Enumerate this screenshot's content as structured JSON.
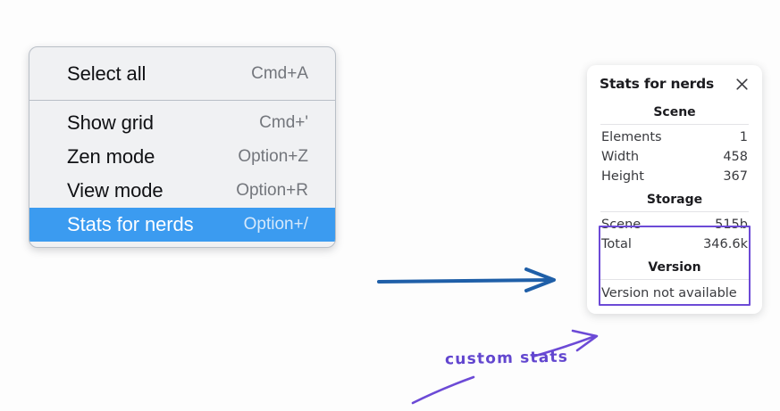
{
  "background_color": "#fdfdfd",
  "context_menu": {
    "name": "canvas-context-menu",
    "highlight_color": "#3b9bf0",
    "groups": [
      {
        "items": [
          {
            "label": "Select all",
            "shortcut": "Cmd+A",
            "selected": false
          }
        ]
      },
      {
        "items": [
          {
            "label": "Show grid",
            "shortcut": "Cmd+'",
            "selected": false
          },
          {
            "label": "Zen mode",
            "shortcut": "Option+Z",
            "selected": false
          },
          {
            "label": "View mode",
            "shortcut": "Option+R",
            "selected": false
          },
          {
            "label": "Stats for nerds",
            "shortcut": "Option+/",
            "selected": true
          }
        ]
      }
    ]
  },
  "stats_panel": {
    "title": "Stats for nerds",
    "close_icon": "close-icon",
    "sections": [
      {
        "title": "Scene",
        "rows": [
          {
            "key": "Elements",
            "value": "1"
          },
          {
            "key": "Width",
            "value": "458"
          },
          {
            "key": "Height",
            "value": "367"
          }
        ]
      },
      {
        "title": "Storage",
        "rows": [
          {
            "key": "Scene",
            "value": "515b"
          },
          {
            "key": "Total",
            "value": "346.6k"
          }
        ]
      },
      {
        "title": "Version",
        "note": "Version not available"
      }
    ],
    "highlight_color": "#6c4ad6"
  },
  "annotations": {
    "custom_stats_label": "custom stats",
    "arrow_blue_color": "#1f5fa8",
    "arrow_purple_color": "#6c4ad6"
  }
}
